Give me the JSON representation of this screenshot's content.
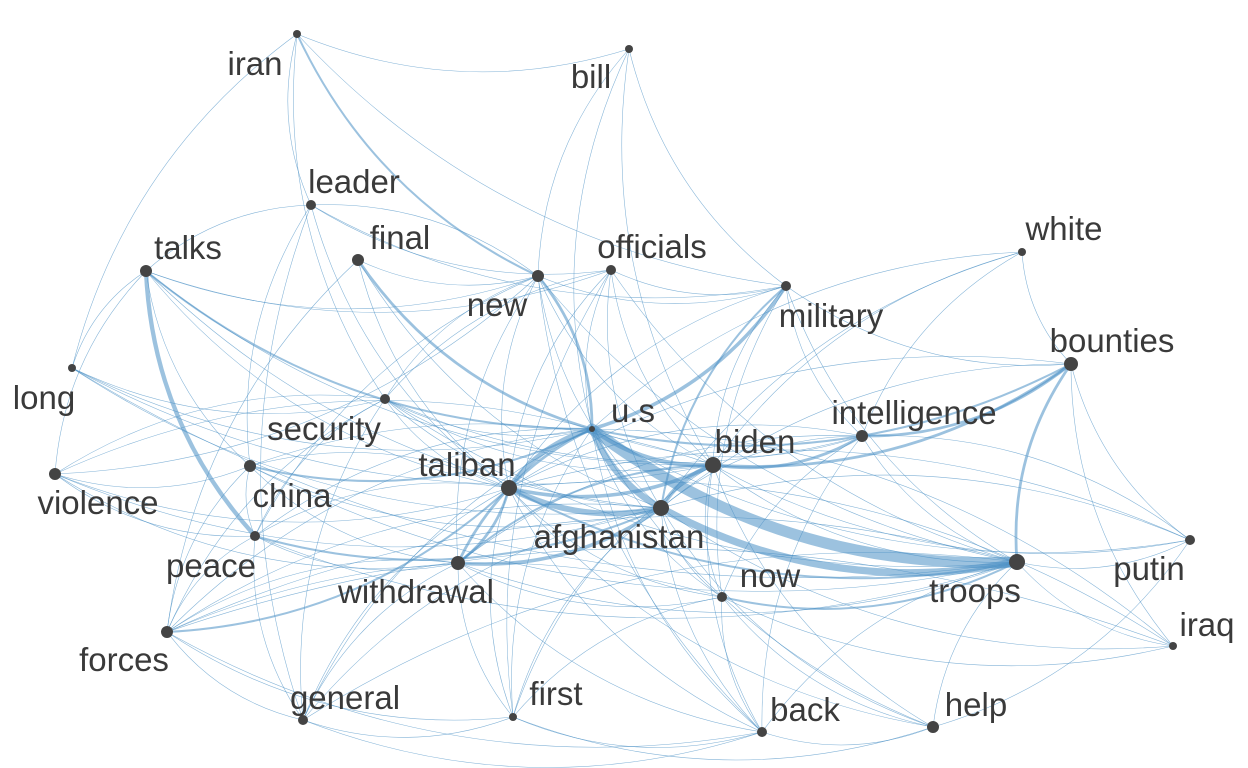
{
  "diagram": {
    "type": "word-cooccurrence-network",
    "colors": {
      "edge": "#4a90c4",
      "node": "#444444",
      "label": "#3a3a3a",
      "background": "#ffffff"
    },
    "nodes": [
      {
        "id": "iran",
        "label": "iran"
      },
      {
        "id": "bill",
        "label": "bill"
      },
      {
        "id": "leader",
        "label": "leader"
      },
      {
        "id": "final",
        "label": "final"
      },
      {
        "id": "talks",
        "label": "talks"
      },
      {
        "id": "officials",
        "label": "officials"
      },
      {
        "id": "white",
        "label": "white"
      },
      {
        "id": "new",
        "label": "new"
      },
      {
        "id": "military",
        "label": "military"
      },
      {
        "id": "bounties",
        "label": "bounties"
      },
      {
        "id": "long",
        "label": "long"
      },
      {
        "id": "security",
        "label": "security"
      },
      {
        "id": "us",
        "label": "u.s"
      },
      {
        "id": "intelligence",
        "label": "intelligence"
      },
      {
        "id": "biden",
        "label": "biden"
      },
      {
        "id": "violence",
        "label": "violence"
      },
      {
        "id": "taliban",
        "label": "taliban"
      },
      {
        "id": "china",
        "label": "china"
      },
      {
        "id": "afghanistan",
        "label": "afghanistan"
      },
      {
        "id": "peace",
        "label": "peace"
      },
      {
        "id": "withdrawal",
        "label": "withdrawal"
      },
      {
        "id": "now",
        "label": "now"
      },
      {
        "id": "troops",
        "label": "troops"
      },
      {
        "id": "putin",
        "label": "putin"
      },
      {
        "id": "iraq",
        "label": "iraq"
      },
      {
        "id": "forces",
        "label": "forces"
      },
      {
        "id": "general",
        "label": "general"
      },
      {
        "id": "first",
        "label": "first"
      },
      {
        "id": "back",
        "label": "back"
      },
      {
        "id": "help",
        "label": "help"
      }
    ],
    "edges": [
      {
        "source": "us",
        "target": "troops",
        "weight": 14
      },
      {
        "source": "afghanistan",
        "target": "troops",
        "weight": 9
      },
      {
        "source": "us",
        "target": "afghanistan",
        "weight": 8
      },
      {
        "source": "taliban",
        "target": "afghanistan",
        "weight": 7
      },
      {
        "source": "us",
        "target": "taliban",
        "weight": 6
      },
      {
        "source": "us",
        "target": "biden",
        "weight": 5
      },
      {
        "source": "biden",
        "target": "afghanistan",
        "weight": 5
      },
      {
        "source": "taliban",
        "target": "biden",
        "weight": 4
      },
      {
        "source": "talks",
        "target": "peace",
        "weight": 5
      },
      {
        "source": "us",
        "target": "military",
        "weight": 4
      },
      {
        "source": "withdrawal",
        "target": "afghanistan",
        "weight": 4
      },
      {
        "source": "biden",
        "target": "bounties",
        "weight": 3
      },
      {
        "source": "biden",
        "target": "intelligence",
        "weight": 3
      },
      {
        "source": "bounties",
        "target": "troops",
        "weight": 3
      },
      {
        "source": "intelligence",
        "target": "bounties",
        "weight": 3
      },
      {
        "source": "withdrawal",
        "target": "taliban",
        "weight": 3
      },
      {
        "source": "us",
        "target": "withdrawal",
        "weight": 3
      },
      {
        "source": "us",
        "target": "new",
        "weight": 3
      },
      {
        "source": "final",
        "target": "us",
        "weight": 3
      },
      {
        "source": "iran",
        "target": "new",
        "weight": 2
      },
      {
        "source": "forces",
        "target": "taliban",
        "weight": 2
      },
      {
        "source": "peace",
        "target": "afghanistan",
        "weight": 2
      },
      {
        "source": "china",
        "target": "us",
        "weight": 2
      },
      {
        "source": "talks",
        "target": "us",
        "weight": 2
      },
      {
        "source": "now",
        "target": "troops",
        "weight": 2
      },
      {
        "source": "biden",
        "target": "withdrawal",
        "weight": 2
      },
      {
        "source": "us",
        "target": "bounties",
        "weight": 2
      },
      {
        "source": "military",
        "target": "afghanistan",
        "weight": 2
      },
      {
        "source": "taliban",
        "target": "troops",
        "weight": 2
      },
      {
        "source": "iran",
        "target": "bill",
        "weight": 1
      },
      {
        "source": "iran",
        "target": "leader",
        "weight": 1
      },
      {
        "source": "iran",
        "target": "long",
        "weight": 1
      },
      {
        "source": "iran",
        "target": "military",
        "weight": 1
      },
      {
        "source": "iran",
        "target": "security",
        "weight": 1
      },
      {
        "source": "bill",
        "target": "new",
        "weight": 1
      },
      {
        "source": "bill",
        "target": "us",
        "weight": 1
      },
      {
        "source": "bill",
        "target": "military",
        "weight": 1
      },
      {
        "source": "bill",
        "target": "biden",
        "weight": 1
      },
      {
        "source": "leader",
        "target": "officials",
        "weight": 1
      },
      {
        "source": "leader",
        "target": "military",
        "weight": 1
      },
      {
        "source": "leader",
        "target": "talks",
        "weight": 1
      },
      {
        "source": "leader",
        "target": "taliban",
        "weight": 1
      },
      {
        "source": "leader",
        "target": "general",
        "weight": 1
      },
      {
        "source": "leader",
        "target": "china",
        "weight": 1
      },
      {
        "source": "final",
        "target": "new",
        "weight": 1
      },
      {
        "source": "final",
        "target": "taliban",
        "weight": 1
      },
      {
        "source": "final",
        "target": "afghanistan",
        "weight": 1
      },
      {
        "source": "final",
        "target": "forces",
        "weight": 1
      },
      {
        "source": "talks",
        "target": "new",
        "weight": 1
      },
      {
        "source": "talks",
        "target": "taliban",
        "weight": 1
      },
      {
        "source": "talks",
        "target": "afghanistan",
        "weight": 1
      },
      {
        "source": "talks",
        "target": "violence",
        "weight": 1
      },
      {
        "source": "talks",
        "target": "long",
        "weight": 1
      },
      {
        "source": "talks",
        "target": "china",
        "weight": 1
      },
      {
        "source": "talks",
        "target": "biden",
        "weight": 1
      },
      {
        "source": "talks",
        "target": "officials",
        "weight": 1
      },
      {
        "source": "officials",
        "target": "military",
        "weight": 1
      },
      {
        "source": "officials",
        "target": "us",
        "weight": 1
      },
      {
        "source": "officials",
        "target": "biden",
        "weight": 1
      },
      {
        "source": "officials",
        "target": "afghanistan",
        "weight": 1
      },
      {
        "source": "officials",
        "target": "taliban",
        "weight": 1
      },
      {
        "source": "officials",
        "target": "security",
        "weight": 1
      },
      {
        "source": "officials",
        "target": "troops",
        "weight": 1
      },
      {
        "source": "officials",
        "target": "first",
        "weight": 1
      },
      {
        "source": "white",
        "target": "biden",
        "weight": 1
      },
      {
        "source": "white",
        "target": "us",
        "weight": 1
      },
      {
        "source": "white",
        "target": "bounties",
        "weight": 1
      },
      {
        "source": "white",
        "target": "afghanistan",
        "weight": 1
      },
      {
        "source": "white",
        "target": "intelligence",
        "weight": 1
      },
      {
        "source": "new",
        "target": "military",
        "weight": 1
      },
      {
        "source": "new",
        "target": "afghanistan",
        "weight": 1
      },
      {
        "source": "new",
        "target": "security",
        "weight": 1
      },
      {
        "source": "new",
        "target": "biden",
        "weight": 1
      },
      {
        "source": "new",
        "target": "taliban",
        "weight": 1
      },
      {
        "source": "new",
        "target": "withdrawal",
        "weight": 1
      },
      {
        "source": "new",
        "target": "leader",
        "weight": 1
      },
      {
        "source": "new",
        "target": "troops",
        "weight": 1
      },
      {
        "source": "new",
        "target": "back",
        "weight": 1
      },
      {
        "source": "new",
        "target": "peace",
        "weight": 1
      },
      {
        "source": "military",
        "target": "intelligence",
        "weight": 1
      },
      {
        "source": "military",
        "target": "bounties",
        "weight": 1
      },
      {
        "source": "military",
        "target": "biden",
        "weight": 1
      },
      {
        "source": "military",
        "target": "troops",
        "weight": 1
      },
      {
        "source": "military",
        "target": "taliban",
        "weight": 1
      },
      {
        "source": "military",
        "target": "now",
        "weight": 1
      },
      {
        "source": "bounties",
        "target": "putin",
        "weight": 1
      },
      {
        "source": "bounties",
        "target": "taliban",
        "weight": 1
      },
      {
        "source": "bounties",
        "target": "afghanistan",
        "weight": 1
      },
      {
        "source": "bounties",
        "target": "iraq",
        "weight": 1
      },
      {
        "source": "long",
        "target": "us",
        "weight": 1
      },
      {
        "source": "long",
        "target": "security",
        "weight": 1
      },
      {
        "source": "long",
        "target": "troops",
        "weight": 1
      },
      {
        "source": "long",
        "target": "afghanistan",
        "weight": 1
      },
      {
        "source": "long",
        "target": "biden",
        "weight": 1
      },
      {
        "source": "security",
        "target": "us",
        "weight": 1
      },
      {
        "source": "security",
        "target": "taliban",
        "weight": 1
      },
      {
        "source": "security",
        "target": "afghanistan",
        "weight": 1
      },
      {
        "source": "security",
        "target": "forces",
        "weight": 1
      },
      {
        "source": "security",
        "target": "biden",
        "weight": 1
      },
      {
        "source": "security",
        "target": "violence",
        "weight": 1
      },
      {
        "source": "security",
        "target": "general",
        "weight": 1
      },
      {
        "source": "security",
        "target": "intelligence",
        "weight": 1
      },
      {
        "source": "security",
        "target": "troops",
        "weight": 1
      },
      {
        "source": "security",
        "target": "peace",
        "weight": 1
      },
      {
        "source": "us",
        "target": "intelligence",
        "weight": 1
      },
      {
        "source": "us",
        "target": "now",
        "weight": 1
      },
      {
        "source": "us",
        "target": "general",
        "weight": 1
      },
      {
        "source": "us",
        "target": "forces",
        "weight": 1
      },
      {
        "source": "us",
        "target": "peace",
        "weight": 1
      },
      {
        "source": "us",
        "target": "violence",
        "weight": 1
      },
      {
        "source": "us",
        "target": "back",
        "weight": 1
      },
      {
        "source": "us",
        "target": "first",
        "weight": 1
      },
      {
        "source": "us",
        "target": "help",
        "weight": 1
      },
      {
        "source": "us",
        "target": "putin",
        "weight": 1
      },
      {
        "source": "intelligence",
        "target": "afghanistan",
        "weight": 1
      },
      {
        "source": "intelligence",
        "target": "taliban",
        "weight": 1
      },
      {
        "source": "intelligence",
        "target": "troops",
        "weight": 1
      },
      {
        "source": "intelligence",
        "target": "now",
        "weight": 1
      },
      {
        "source": "intelligence",
        "target": "withdrawal",
        "weight": 1
      },
      {
        "source": "intelligence",
        "target": "back",
        "weight": 1
      },
      {
        "source": "biden",
        "target": "troops",
        "weight": 1
      },
      {
        "source": "biden",
        "target": "now",
        "weight": 1
      },
      {
        "source": "biden",
        "target": "back",
        "weight": 1
      },
      {
        "source": "biden",
        "target": "first",
        "weight": 1
      },
      {
        "source": "biden",
        "target": "china",
        "weight": 1
      },
      {
        "source": "biden",
        "target": "help",
        "weight": 1
      },
      {
        "source": "biden",
        "target": "putin",
        "weight": 1
      },
      {
        "source": "violence",
        "target": "taliban",
        "weight": 1
      },
      {
        "source": "violence",
        "target": "afghanistan",
        "weight": 1
      },
      {
        "source": "violence",
        "target": "peace",
        "weight": 1
      },
      {
        "source": "violence",
        "target": "china",
        "weight": 1
      },
      {
        "source": "violence",
        "target": "new",
        "weight": 1
      },
      {
        "source": "violence",
        "target": "withdrawal",
        "weight": 1
      },
      {
        "source": "taliban",
        "target": "china",
        "weight": 1
      },
      {
        "source": "taliban",
        "target": "peace",
        "weight": 1
      },
      {
        "source": "taliban",
        "target": "now",
        "weight": 1
      },
      {
        "source": "taliban",
        "target": "general",
        "weight": 1
      },
      {
        "source": "taliban",
        "target": "first",
        "weight": 1
      },
      {
        "source": "taliban",
        "target": "back",
        "weight": 1
      },
      {
        "source": "taliban",
        "target": "help",
        "weight": 1
      },
      {
        "source": "china",
        "target": "afghanistan",
        "weight": 1
      },
      {
        "source": "china",
        "target": "peace",
        "weight": 1
      },
      {
        "source": "china",
        "target": "forces",
        "weight": 1
      },
      {
        "source": "china",
        "target": "withdrawal",
        "weight": 1
      },
      {
        "source": "china",
        "target": "troops",
        "weight": 1
      },
      {
        "source": "afghanistan",
        "target": "now",
        "weight": 1
      },
      {
        "source": "afghanistan",
        "target": "back",
        "weight": 1
      },
      {
        "source": "afghanistan",
        "target": "first",
        "weight": 1
      },
      {
        "source": "afghanistan",
        "target": "general",
        "weight": 1
      },
      {
        "source": "afghanistan",
        "target": "help",
        "weight": 1
      },
      {
        "source": "afghanistan",
        "target": "forces",
        "weight": 1
      },
      {
        "source": "afghanistan",
        "target": "iraq",
        "weight": 1
      },
      {
        "source": "peace",
        "target": "withdrawal",
        "weight": 1
      },
      {
        "source": "peace",
        "target": "forces",
        "weight": 1
      },
      {
        "source": "peace",
        "target": "general",
        "weight": 1
      },
      {
        "source": "peace",
        "target": "troops",
        "weight": 1
      },
      {
        "source": "withdrawal",
        "target": "now",
        "weight": 1
      },
      {
        "source": "withdrawal",
        "target": "troops",
        "weight": 1
      },
      {
        "source": "withdrawal",
        "target": "general",
        "weight": 1
      },
      {
        "source": "withdrawal",
        "target": "first",
        "weight": 1
      },
      {
        "source": "withdrawal",
        "target": "forces",
        "weight": 1
      },
      {
        "source": "withdrawal",
        "target": "back",
        "weight": 1
      },
      {
        "source": "now",
        "target": "back",
        "weight": 1
      },
      {
        "source": "now",
        "target": "first",
        "weight": 1
      },
      {
        "source": "now",
        "target": "help",
        "weight": 1
      },
      {
        "source": "now",
        "target": "forces",
        "weight": 1
      },
      {
        "source": "now",
        "target": "iraq",
        "weight": 1
      },
      {
        "source": "troops",
        "target": "putin",
        "weight": 1
      },
      {
        "source": "troops",
        "target": "iraq",
        "weight": 1
      },
      {
        "source": "troops",
        "target": "help",
        "weight": 1
      },
      {
        "source": "troops",
        "target": "back",
        "weight": 1
      },
      {
        "source": "troops",
        "target": "forces",
        "weight": 1
      },
      {
        "source": "troops",
        "target": "general",
        "weight": 1
      },
      {
        "source": "putin",
        "target": "intelligence",
        "weight": 1
      },
      {
        "source": "putin",
        "target": "afghanistan",
        "weight": 1
      },
      {
        "source": "putin",
        "target": "taliban",
        "weight": 1
      },
      {
        "source": "iraq",
        "target": "forces",
        "weight": 1
      },
      {
        "source": "iraq",
        "target": "us",
        "weight": 1
      },
      {
        "source": "iraq",
        "target": "taliban",
        "weight": 1
      },
      {
        "source": "forces",
        "target": "general",
        "weight": 1
      },
      {
        "source": "forces",
        "target": "first",
        "weight": 1
      },
      {
        "source": "forces",
        "target": "back",
        "weight": 1
      },
      {
        "source": "general",
        "target": "first",
        "weight": 1
      },
      {
        "source": "general",
        "target": "back",
        "weight": 1
      },
      {
        "source": "first",
        "target": "back",
        "weight": 1
      },
      {
        "source": "first",
        "target": "help",
        "weight": 1
      },
      {
        "source": "back",
        "target": "help",
        "weight": 1
      },
      {
        "source": "help",
        "target": "putin",
        "weight": 1
      }
    ]
  }
}
